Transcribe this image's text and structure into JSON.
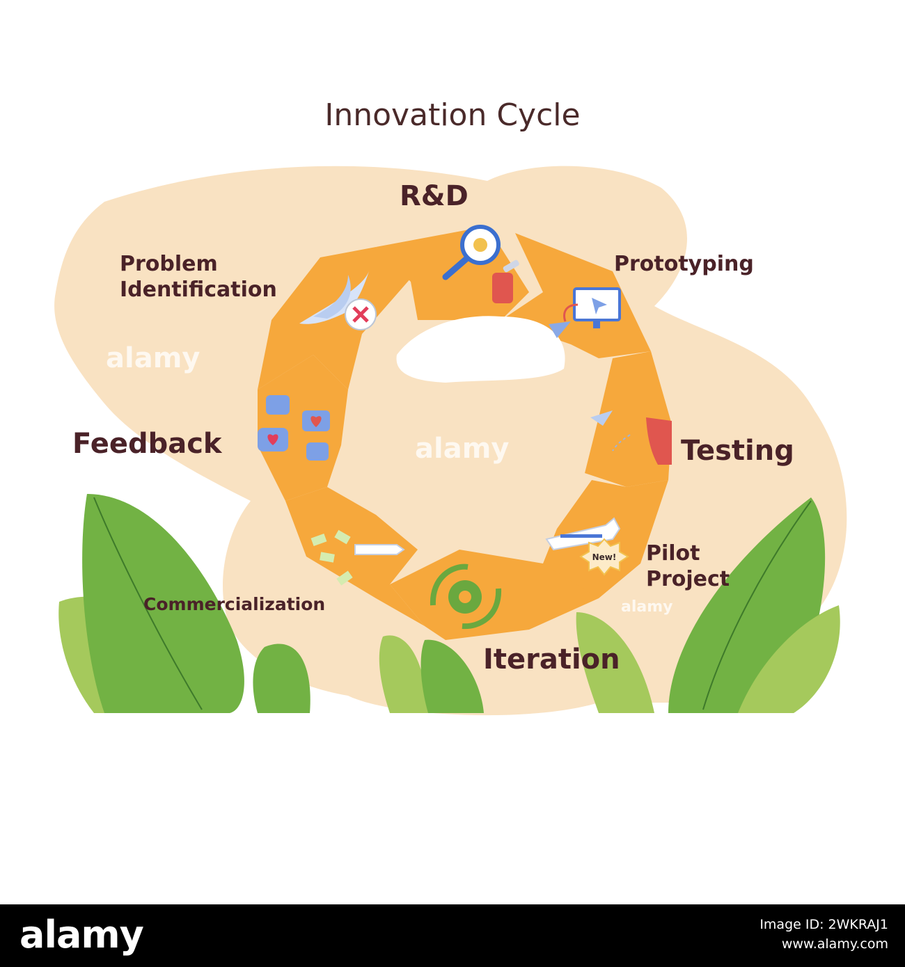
{
  "title": "Innovation Cycle",
  "stages": {
    "rnd": "R&D",
    "prototyping": "Prototyping",
    "testing": "Testing",
    "pilot_line1": "Pilot",
    "pilot_line2": "Project",
    "iteration": "Iteration",
    "commercialization": "Commercialization",
    "feedback": "Feedback",
    "problem_line1": "Problem",
    "problem_line2": "Identification"
  },
  "badge_new": "New!",
  "watermark": "alamy",
  "footer": {
    "logo": "alamy",
    "image_id_label": "Image ID: 2WKRAJ1",
    "url": "www.alamy.com"
  },
  "colors": {
    "blob": "#f9e2c2",
    "ring": "#f6a83c",
    "leaf_dark": "#72b244",
    "leaf_light": "#a5c95c",
    "text": "#4a2228"
  },
  "icons": [
    "magnifier-gears-icon",
    "wrench-hand-icon",
    "dove-icon",
    "cross-icon",
    "monitor-cursor-icon",
    "paper-plane-icon",
    "hand-throw-icon",
    "airplane-icon",
    "new-badge-icon",
    "gear-cycle-icon",
    "money-icon",
    "like-icon",
    "heart-icon",
    "broken-heart-icon",
    "dislike-icon"
  ]
}
